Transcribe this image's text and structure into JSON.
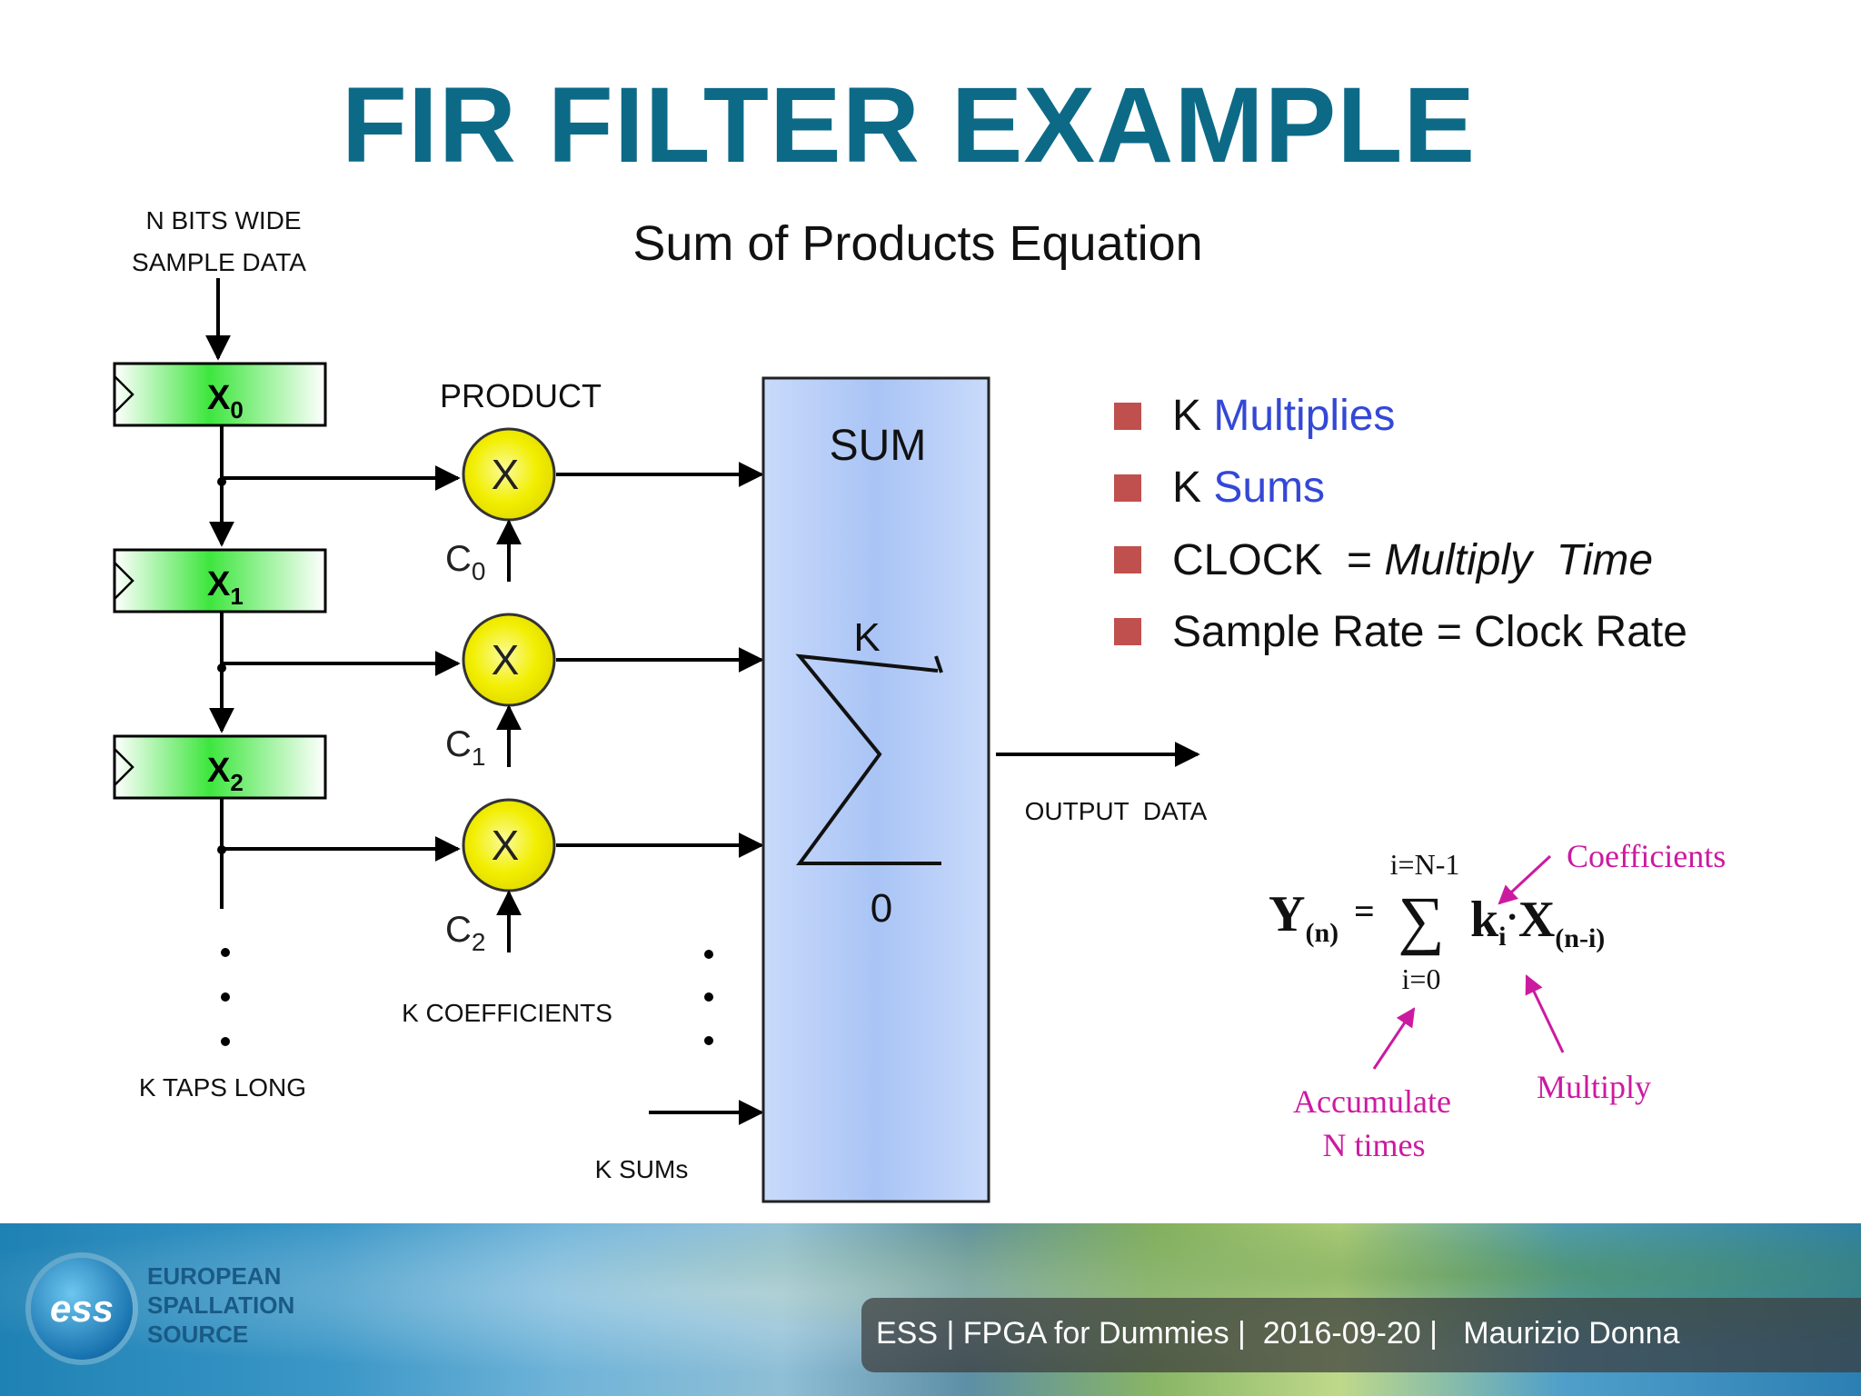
{
  "title": "FIR FILTER EXAMPLE",
  "diagram": {
    "subtitle": "Sum of Products Equation",
    "input_label_line1": "N BITS WIDE",
    "input_label_line2": "SAMPLE DATA",
    "taps": [
      {
        "name": "X",
        "sub": "0"
      },
      {
        "name": "X",
        "sub": "1"
      },
      {
        "name": "X",
        "sub": "2"
      }
    ],
    "product_label": "PRODUCT",
    "multiplier_symbol": "X",
    "coefficients": [
      {
        "name": "C",
        "sub": "0"
      },
      {
        "name": "C",
        "sub": "1"
      },
      {
        "name": "C",
        "sub": "2"
      }
    ],
    "k_coefficients_label": "K COEFFICIENTS",
    "k_taps_long_label": "K TAPS LONG",
    "k_sums_label": "K SUMs",
    "sum_label": "SUM",
    "sigma_upper": "K",
    "sigma_lower": "0",
    "output_label": "OUTPUT  DATA",
    "colors": {
      "title": "#0c6a87",
      "tap_fill": "#3ee63e",
      "multiplier_fill": "#f2ee00",
      "sum_fill": "#a9c4f5",
      "bullet": "#c0504d",
      "highlight_text": "#3348d6",
      "annotation": "#cc1aa0"
    }
  },
  "bullets": [
    {
      "plain": "K ",
      "highlight": "Multiplies",
      "italic": ""
    },
    {
      "plain": "K ",
      "highlight": "Sums",
      "italic": ""
    },
    {
      "plain": "CLOCK  = ",
      "highlight": "",
      "italic": "Multiply  Time"
    },
    {
      "plain": "Sample Rate = Clock Rate",
      "highlight": "",
      "italic": ""
    }
  ],
  "equation": {
    "lhs": "Y",
    "lhs_sub": "(n)",
    "equals": "=",
    "sigma": "∑",
    "upper_limit": "i=N-1",
    "lower_limit": "i=0",
    "term_k": "k",
    "term_k_sub": "i",
    "dot": "·",
    "term_x": "X",
    "term_x_sub": "(n-i)",
    "annotation_coefficients": "Coefficients",
    "annotation_accumulate_line1": "Accumulate",
    "annotation_accumulate_line2": "N times",
    "annotation_multiply": "Multiply"
  },
  "footer": {
    "logo_text": "ess",
    "org_name": "EUROPEAN\nSPALLATION\nSOURCE",
    "text": "ESS | FPGA for Dummies |  2016-09-20 |   Maurizio Donna"
  }
}
